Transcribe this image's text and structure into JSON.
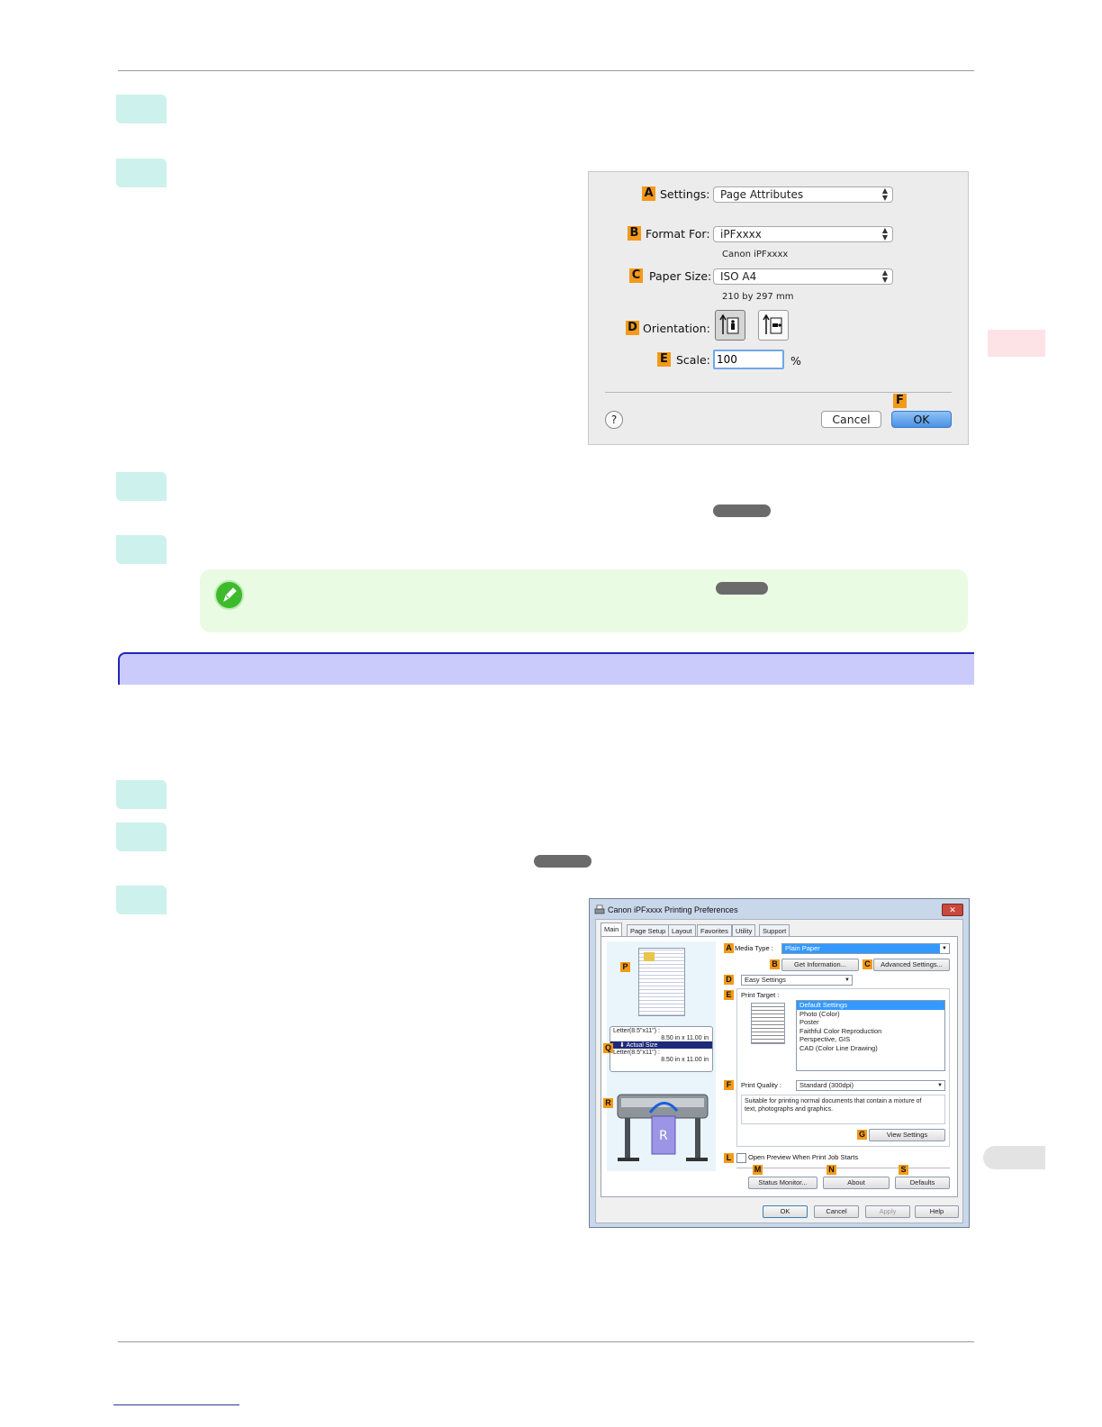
{
  "mac_dialog": {
    "settings": {
      "badge": "A",
      "label": "Settings:",
      "value": "Page Attributes"
    },
    "format_for": {
      "badge": "B",
      "label": "Format For:",
      "value": "iPFxxxx",
      "sub": "Canon iPFxxxx"
    },
    "paper_size": {
      "badge": "C",
      "label": "Paper Size:",
      "value": "ISO A4",
      "sub": "210 by 297 mm"
    },
    "orientation": {
      "badge": "D",
      "label": "Orientation:"
    },
    "scale": {
      "badge": "E",
      "label": "Scale:",
      "value": "100",
      "unit": "%"
    },
    "ok_badge": "F",
    "help": "?",
    "cancel": "Cancel",
    "ok": "OK"
  },
  "win_dialog": {
    "title": "Canon iPFxxxx Printing Preferences",
    "close": "✕",
    "tabs": [
      "Main",
      "Page Setup",
      "Layout",
      "Favorites",
      "Utility",
      "Support"
    ],
    "badges": {
      "a": "A",
      "b": "B",
      "c": "C",
      "d": "D",
      "e": "E",
      "f": "F",
      "g": "G",
      "l": "L",
      "m": "M",
      "n": "N",
      "s": "S",
      "p": "P",
      "q": "Q",
      "r": "R"
    },
    "media_type_label": "Media Type :",
    "media_type_value": "Plain Paper",
    "get_information": "Get Information...",
    "advanced_settings": "Advanced Settings...",
    "easy_settings": "Easy Settings",
    "print_target_label": "Print Target :",
    "print_targets": [
      "Default Settings",
      "Photo (Color)",
      "Poster",
      "Faithful Color Reproduction",
      "Perspective, GIS",
      "CAD (Color Line Drawing)"
    ],
    "print_quality_label": "Print Quality :",
    "print_quality_value": "Standard (300dpi)",
    "quality_description": "Suitable for printing normal documents that contain a mixture of text, photographs and graphics.",
    "view_settings": "View Settings",
    "open_preview": "Open Preview When Print Job Starts",
    "status_monitor": "Status Monitor...",
    "about": "About",
    "defaults": "Defaults",
    "page_size_1": "Letter(8.5\"x11\") :",
    "page_dim_1": "8.50 in x 11.00 in",
    "actual_size": "Actual Size",
    "page_size_2": "Letter(8.5\"x11\") :",
    "page_dim_2": "8.50 in x 11.00 in",
    "ok": "OK",
    "cancel": "Cancel",
    "apply": "Apply",
    "help": "Help"
  }
}
